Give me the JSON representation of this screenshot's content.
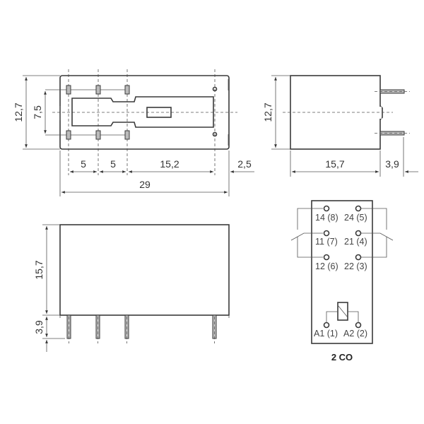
{
  "drawing": {
    "type": "relay dimensional drawing",
    "top_view": {
      "dim_height": "12,7",
      "dim_pin_spacing_vertical": "7,5",
      "dim_pitch_1": "5",
      "dim_pitch_2": "5",
      "dim_pitch_3": "15,2",
      "dim_edge": "2,5",
      "dim_length": "29"
    },
    "side_view": {
      "dim_height": "12,7",
      "dim_width": "15,7",
      "dim_pin_length": "3,9"
    },
    "front_view": {
      "dim_height": "15,7",
      "dim_pin_length": "3,9"
    },
    "schematic": {
      "terminals": [
        {
          "label": "14 (8)"
        },
        {
          "label": "24 (5)"
        },
        {
          "label": "11 (7)"
        },
        {
          "label": "21 (4)"
        },
        {
          "label": "12 (6)"
        },
        {
          "label": "22 (3)"
        },
        {
          "label": "A1 (1)"
        },
        {
          "label": "A2 (2)"
        }
      ],
      "caption": "2 CO"
    }
  }
}
